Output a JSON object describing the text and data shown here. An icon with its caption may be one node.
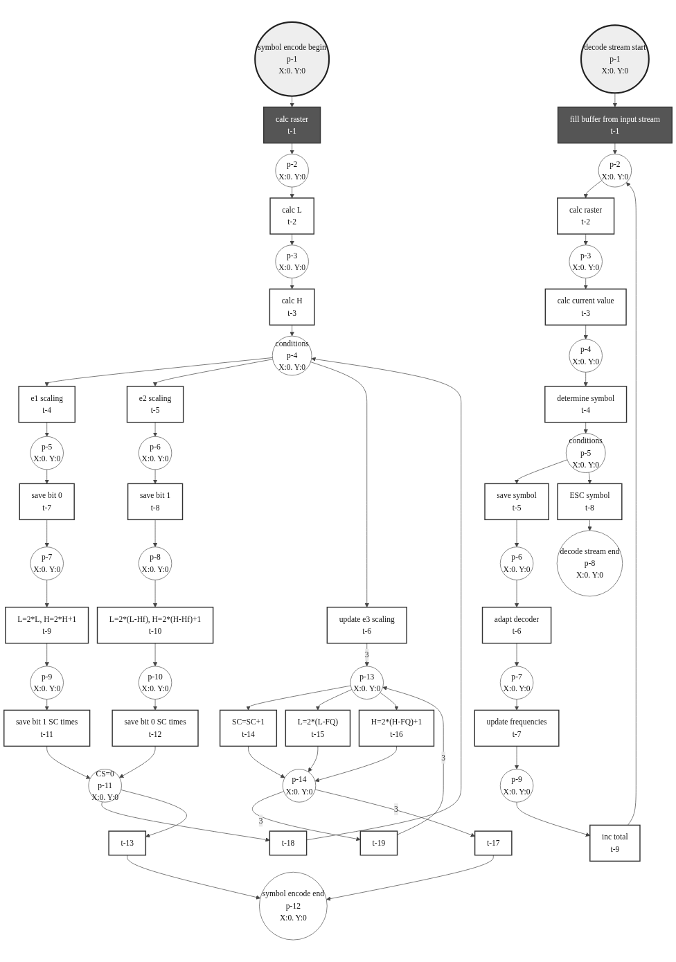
{
  "diagram": {
    "nodes": [
      {
        "text": [
          "symbol encode begin",
          "p-1",
          "X:0. Y:0"
        ]
      },
      {
        "text": [
          "calc raster",
          "t-1"
        ]
      },
      {
        "text": [
          "p-2",
          "X:0. Y:0"
        ]
      },
      {
        "text": [
          "calc L",
          "t-2"
        ]
      },
      {
        "text": [
          "p-3",
          "X:0. Y:0"
        ]
      },
      {
        "text": [
          "t-18"
        ]
      },
      {
        "text": [
          "conditions",
          "p-4",
          "X:0. Y:0"
        ]
      },
      {
        "text": [
          "calc H",
          "t-3"
        ]
      },
      {
        "text": [
          "update e3 scaling",
          "t-6"
        ]
      },
      {
        "text": [
          "e1 scaling",
          "t-4"
        ]
      },
      {
        "text": [
          "e2 scaling",
          "t-5"
        ]
      },
      {
        "text": [
          "p-13",
          "X:0. Y:0"
        ]
      },
      {
        "text": [
          "p-5",
          "X:0. Y:0"
        ]
      },
      {
        "text": [
          "p-6",
          "X:0. Y:0"
        ]
      },
      {
        "text": [
          "SC=SC+1",
          "t-14"
        ]
      },
      {
        "text": [
          "save bit 0",
          "t-7"
        ]
      },
      {
        "text": [
          "save bit 1",
          "t-8"
        ]
      },
      {
        "text": [
          "L=2*(L-FQ)",
          "t-15"
        ]
      },
      {
        "text": [
          "p-7",
          "X:0. Y:0"
        ]
      },
      {
        "text": [
          "p-8",
          "X:0. Y:0"
        ]
      },
      {
        "text": [
          "H=2*(H-FQ)+1",
          "t-16"
        ]
      },
      {
        "text": [
          "L=2*L, H=2*H+1",
          "t-9"
        ]
      },
      {
        "text": [
          "L=2*(L-Hf), H=2*(H-Hf)+1",
          "t-10"
        ]
      },
      {
        "text": [
          "p-14",
          "X:0. Y:0"
        ]
      },
      {
        "text": [
          "p-9",
          "X:0. Y:0"
        ]
      },
      {
        "text": [
          "p-10",
          "X:0. Y:0"
        ]
      },
      {
        "text": [
          "save bit 1 SC times",
          "t-11"
        ]
      },
      {
        "text": [
          "save bit 0 SC times",
          "t-12"
        ]
      },
      {
        "text": [
          "CS=0",
          "p-11",
          "X:0. Y:0"
        ]
      },
      {
        "text": [
          "t-19"
        ]
      },
      {
        "text": [
          "t-17"
        ]
      },
      {
        "text": [
          "symbol encode end",
          "p-12",
          "X:0. Y:0"
        ]
      },
      {
        "text": [
          "t-13"
        ]
      },
      {
        "text": [
          "decode stream start",
          "p-1",
          "X:0. Y:0"
        ]
      },
      {
        "text": [
          "fill buffer from input stream",
          "t-1"
        ]
      },
      {
        "text": [
          "p-2",
          "X:0. Y:0"
        ]
      },
      {
        "text": [
          "calc raster",
          "t-2"
        ]
      },
      {
        "text": [
          "p-3",
          "X:0. Y:0"
        ]
      },
      {
        "text": [
          "calc current value",
          "t-3"
        ]
      },
      {
        "text": [
          "p-4",
          "X:0. Y:0"
        ]
      },
      {
        "text": [
          "conditions",
          "p-5",
          "X:0. Y:0"
        ]
      },
      {
        "text": [
          "determine symbol",
          "t-4"
        ]
      },
      {
        "text": [
          "save symbol",
          "t-5"
        ]
      },
      {
        "text": [
          "p-6",
          "X:0. Y:0"
        ]
      },
      {
        "text": [
          "adapt decoder",
          "t-6"
        ]
      },
      {
        "text": [
          "ESC symbol",
          "t-8"
        ]
      },
      {
        "text": [
          "update frequencies",
          "t-7"
        ]
      },
      {
        "text": [
          "p-7",
          "X:0. Y:0"
        ]
      },
      {
        "text": [
          "decode stream end",
          "p-8",
          "X:0. Y:0"
        ]
      },
      {
        "text": [
          "p-9",
          "X:0. Y:0"
        ]
      },
      {
        "text": [
          "inc total",
          "t-9"
        ]
      }
    ],
    "edges": [
      {
        "from": 0,
        "to": 1,
        "arrow": "to"
      },
      {
        "from": 1,
        "to": 2,
        "arrow": "to"
      },
      {
        "from": 2,
        "to": 3,
        "arrow": "to"
      },
      {
        "from": 3,
        "to": 4,
        "arrow": "to"
      },
      {
        "from": 4,
        "to": 7,
        "arrow": "to"
      },
      {
        "from": 7,
        "to": 6,
        "arrow": "to"
      },
      {
        "from": 5,
        "to": 6,
        "arrow": "to"
      },
      {
        "from": 6,
        "to": 9,
        "arrow": "to"
      },
      {
        "from": 6,
        "to": 10,
        "arrow": "to"
      },
      {
        "from": 6,
        "to": 8,
        "arrow": "to"
      },
      {
        "from": 9,
        "to": 12,
        "arrow": "to"
      },
      {
        "from": 10,
        "to": 13,
        "arrow": "to"
      },
      {
        "from": 8,
        "to": 11,
        "arrow": "to",
        "label": "3"
      },
      {
        "from": 12,
        "to": 15,
        "arrow": "to"
      },
      {
        "from": 13,
        "to": 16,
        "arrow": "to"
      },
      {
        "from": 15,
        "to": 18,
        "arrow": "to"
      },
      {
        "from": 16,
        "to": 19,
        "arrow": "to"
      },
      {
        "from": 18,
        "to": 21,
        "arrow": "to"
      },
      {
        "from": 19,
        "to": 22,
        "arrow": "to"
      },
      {
        "from": 21,
        "to": 24,
        "arrow": "to"
      },
      {
        "from": 22,
        "to": 25,
        "arrow": "to"
      },
      {
        "from": 24,
        "to": 26,
        "arrow": "to"
      },
      {
        "from": 25,
        "to": 27,
        "arrow": "to"
      },
      {
        "from": 26,
        "to": 28,
        "arrow": "to"
      },
      {
        "from": 27,
        "to": 28,
        "arrow": "to"
      },
      {
        "from": 28,
        "to": 5,
        "arrow": "to"
      },
      {
        "from": 28,
        "to": 32,
        "arrow": "to"
      },
      {
        "from": 32,
        "to": 31,
        "arrow": "to"
      },
      {
        "from": 30,
        "to": 31,
        "arrow": "to"
      },
      {
        "from": 11,
        "to": 14,
        "arrow": "to"
      },
      {
        "from": 11,
        "to": 17,
        "arrow": "to"
      },
      {
        "from": 11,
        "to": 20,
        "arrow": "to"
      },
      {
        "from": 14,
        "to": 23,
        "arrow": "to"
      },
      {
        "from": 17,
        "to": 23,
        "arrow": "to"
      },
      {
        "from": 20,
        "to": 23,
        "arrow": "to"
      },
      {
        "from": 23,
        "to": 29,
        "arrow": "to",
        "label": "3"
      },
      {
        "from": 23,
        "to": 30,
        "arrow": "to",
        "label": "3"
      },
      {
        "from": 29,
        "to": 11,
        "arrow": "to",
        "label": "3"
      },
      {
        "from": 33,
        "to": 34,
        "arrow": "to"
      },
      {
        "from": 34,
        "to": 35,
        "arrow": "to"
      },
      {
        "from": 35,
        "to": 36,
        "arrow": "to"
      },
      {
        "from": 36,
        "to": 37,
        "arrow": "to"
      },
      {
        "from": 37,
        "to": 38,
        "arrow": "to"
      },
      {
        "from": 38,
        "to": 39,
        "arrow": "to"
      },
      {
        "from": 39,
        "to": 41,
        "arrow": "to"
      },
      {
        "from": 41,
        "to": 40,
        "arrow": "to"
      },
      {
        "from": 40,
        "to": 42,
        "arrow": "to"
      },
      {
        "from": 42,
        "to": 43,
        "arrow": "to"
      },
      {
        "from": 43,
        "to": 44,
        "arrow": "to"
      },
      {
        "from": 44,
        "to": 47,
        "arrow": "to"
      },
      {
        "from": 47,
        "to": 46,
        "arrow": "to"
      },
      {
        "from": 46,
        "to": 49,
        "arrow": "to"
      },
      {
        "from": 49,
        "to": 50,
        "arrow": "to"
      },
      {
        "from": 50,
        "to": 35,
        "arrow": "to"
      },
      {
        "from": 40,
        "to": 45,
        "arrow": "to"
      },
      {
        "from": 45,
        "to": 48,
        "arrow": "to"
      }
    ]
  }
}
